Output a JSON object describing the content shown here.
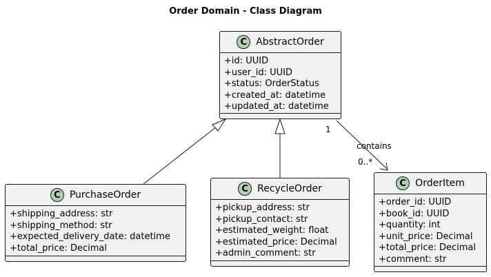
{
  "title": "Order Domain - Class Diagram",
  "classes": {
    "abstract_order": {
      "name": "AbstractOrder",
      "stereotype_icon": "C",
      "attributes": [
        "+id: UUID",
        "+user_id: UUID",
        "+status: OrderStatus",
        "+created_at: datetime",
        "+updated_at: datetime"
      ]
    },
    "purchase_order": {
      "name": "PurchaseOrder",
      "stereotype_icon": "C",
      "attributes": [
        "+shipping_address: str",
        "+shipping_method: str",
        "+expected_delivery_date: datetime",
        "+total_price: Decimal"
      ]
    },
    "recycle_order": {
      "name": "RecycleOrder",
      "stereotype_icon": "C",
      "attributes": [
        "+pickup_address: str",
        "+pickup_contact: str",
        "+estimated_weight: float",
        "+estimated_price: Decimal",
        "+admin_comment: str"
      ]
    },
    "order_item": {
      "name": "OrderItem",
      "stereotype_icon": "C",
      "attributes": [
        "+order_id: UUID",
        "+book_id: UUID",
        "+quantity: int",
        "+unit_price: Decimal",
        "+total_price: Decimal",
        "+comment: str"
      ]
    }
  },
  "association": {
    "label": "contains",
    "source_multiplicity": "1",
    "target_multiplicity": "0..*"
  },
  "colors": {
    "class_fill": "#f1f1f1",
    "border": "#181818",
    "icon_fill": "#add1b2"
  }
}
